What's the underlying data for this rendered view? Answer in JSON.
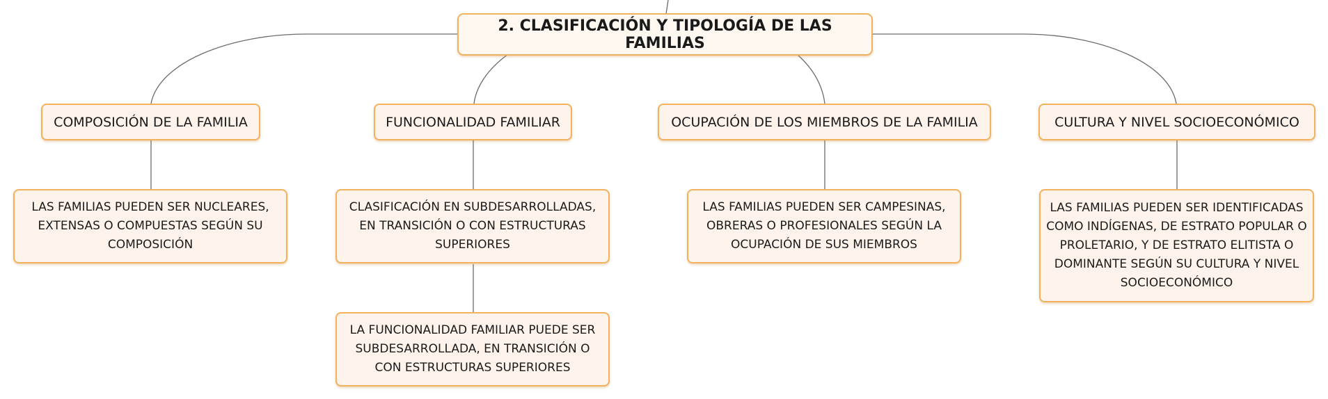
{
  "root": {
    "label": "2. CLASIFICACIÓN Y TIPOLOGÍA DE LAS FAMILIAS"
  },
  "branches": [
    {
      "label": "COMPOSICIÓN DE LA FAMILIA",
      "children": [
        {
          "label": "LAS FAMILIAS PUEDEN SER NUCLEARES, EXTENSAS O COMPUESTAS SEGÚN SU COMPOSICIÓN"
        }
      ]
    },
    {
      "label": "FUNCIONALIDAD FAMILIAR",
      "children": [
        {
          "label": "CLASIFICACIÓN EN SUBDESARROLLADAS, EN TRANSICIÓN O CON ESTRUCTURAS SUPERIORES"
        },
        {
          "label": "LA FUNCIONALIDAD FAMILIAR PUEDE SER SUBDESARROLLADA, EN TRANSICIÓN O CON ESTRUCTURAS SUPERIORES"
        }
      ]
    },
    {
      "label": "OCUPACIÓN DE LOS MIEMBROS DE LA FAMILIA",
      "children": [
        {
          "label": "LAS FAMILIAS PUEDEN SER CAMPESINAS, OBRERAS O PROFESIONALES SEGÚN LA OCUPACIÓN DE SUS MIEMBROS"
        }
      ]
    },
    {
      "label": "CULTURA Y NIVEL SOCIOECONÓMICO",
      "children": [
        {
          "label": "LAS FAMILIAS PUEDEN SER IDENTIFICADAS COMO INDÍGENAS, DE ESTRATO POPULAR O PROLETARIO, Y DE ESTRATO ELITISTA O DOMINANTE SEGÚN SU CULTURA Y NIVEL SOCIOECONÓMICO"
        }
      ]
    }
  ]
}
